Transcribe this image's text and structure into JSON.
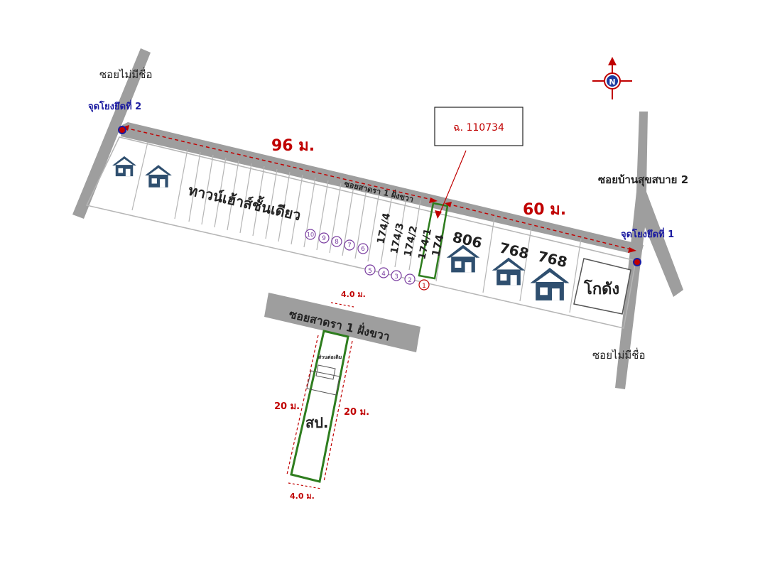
{
  "map": {
    "roads": {
      "left_road_label": "ซอยไม่มีชื่อ",
      "right_top_label": "ซอยบ้านสุขสบาย 2",
      "right_bottom_label": "ซอยไม่มีชื่อ",
      "main_soi_label": "ซอยสาดรา 1 ฝั่งขวา"
    },
    "reference_points": {
      "point_2": "จุดโยงยึดที่ 2",
      "point_1": "จุดโยงยึดที่ 1"
    },
    "distances": {
      "left_span": "96 ม.",
      "right_span": "60 ม."
    },
    "deed_box": "ฉ. 110734",
    "townhouse_label": "ทาวน์เฮ้าส์ชั้นเดียว",
    "lots": [
      "174/4",
      "174/3",
      "174/2",
      "174/1",
      "174"
    ],
    "lot_circles_bottom": [
      "5",
      "4",
      "3",
      "2",
      "1"
    ],
    "lot_circles_top": [
      "10",
      "9",
      "8",
      "7",
      "6"
    ],
    "house_numbers": [
      "806",
      "768",
      "768"
    ],
    "warehouse_label": "โกดัง",
    "compass": "N",
    "detail": {
      "soi_label": "ซอยสาดรา 1 ฝั่งขวา",
      "width_top": "4.0 ม.",
      "width_bottom": "4.0 ม.",
      "depth_left": "20 ม.",
      "depth_right": "20 ม.",
      "plot_label": "สป.",
      "structure_label": "ส่วนต่อเติม"
    },
    "colors": {
      "road": "#9e9e9e",
      "boundary_red": "#c00000",
      "subject_green": "#2e7d1e",
      "house_blue": "#2f4f6f",
      "ref_blue": "#1a1aa0",
      "circle_purple": "#7a3ea0"
    }
  }
}
